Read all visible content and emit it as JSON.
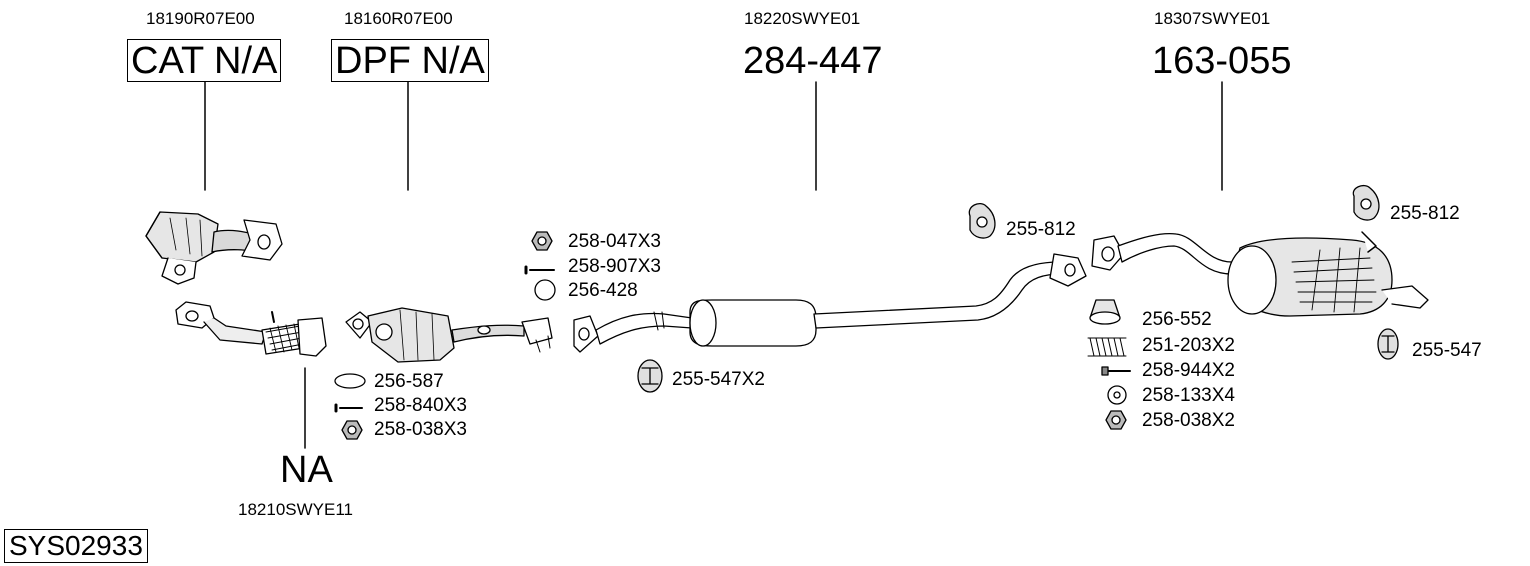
{
  "sections": [
    {
      "oem": "18190R07E00",
      "number": "CAT N/A"
    },
    {
      "oem": "18160R07E00",
      "number": "DPF N/A"
    },
    {
      "oem": "18220SWYE01",
      "number": "284-447"
    },
    {
      "oem": "18307SWYE01",
      "number": "163-055"
    },
    {
      "oem": "18210SWYE11",
      "number": "NA"
    }
  ],
  "parts": {
    "front_left": [
      "256-587",
      "258-840X3",
      "258-038X3"
    ],
    "middle_top": [
      "258-047X3",
      "258-907X3",
      "256-428"
    ],
    "middle_hanger": "255-547X2",
    "rear_hanger_a": "255-812",
    "rear_hanger_b": "255-812",
    "rear_hanger_c": "255-547",
    "rear_list": [
      "256-552",
      "251-203X2",
      "258-944X2",
      "258-133X4",
      "258-038X2"
    ]
  },
  "system_id": "SYS02933"
}
